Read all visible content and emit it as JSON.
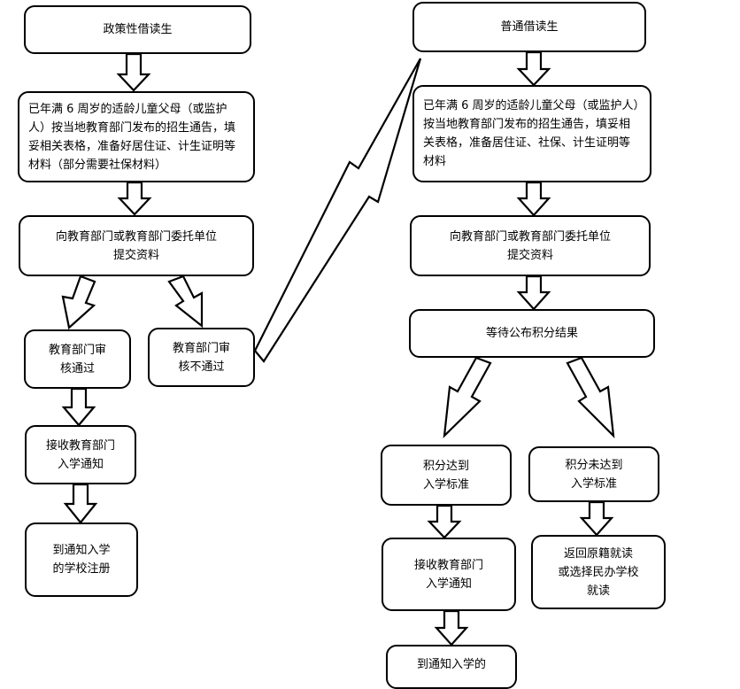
{
  "left_flow": {
    "title": "政策性借读生",
    "step1": "已年满 6 周岁的适龄儿童父母（或监护人）按当地教育部门发布的招生通告，填妥相关表格，准备好居住证、计生证明等材料（部分需要社保材料）",
    "step2": "向教育部门或教育部门委托单位\n提交资料",
    "approved": "教育部门审\n核通过",
    "rejected": "教育部门审\n核不通过",
    "notice": "接收教育部门\n入学通知",
    "register": "到通知入学\n的学校注册"
  },
  "right_flow": {
    "title": "普通借读生",
    "step1": "已年满 6 周岁的适龄儿童父母（或监护人）按当地教育部门发布的招生通告，填妥相关表格，准备居住证、社保、计生证明等材料",
    "step2": "向教育部门或教育部门委托单位\n提交资料",
    "wait": "等待公布积分结果",
    "reached": "积分达到\n入学标准",
    "not_reached": "积分未达到\n入学标准",
    "notice": "接收教育部门\n入学通知",
    "fallback": "返回原籍就读\n或选择民办学校\n就读",
    "register": "到通知入学的"
  },
  "colors": {
    "stroke": "#000000",
    "fill": "#ffffff"
  }
}
